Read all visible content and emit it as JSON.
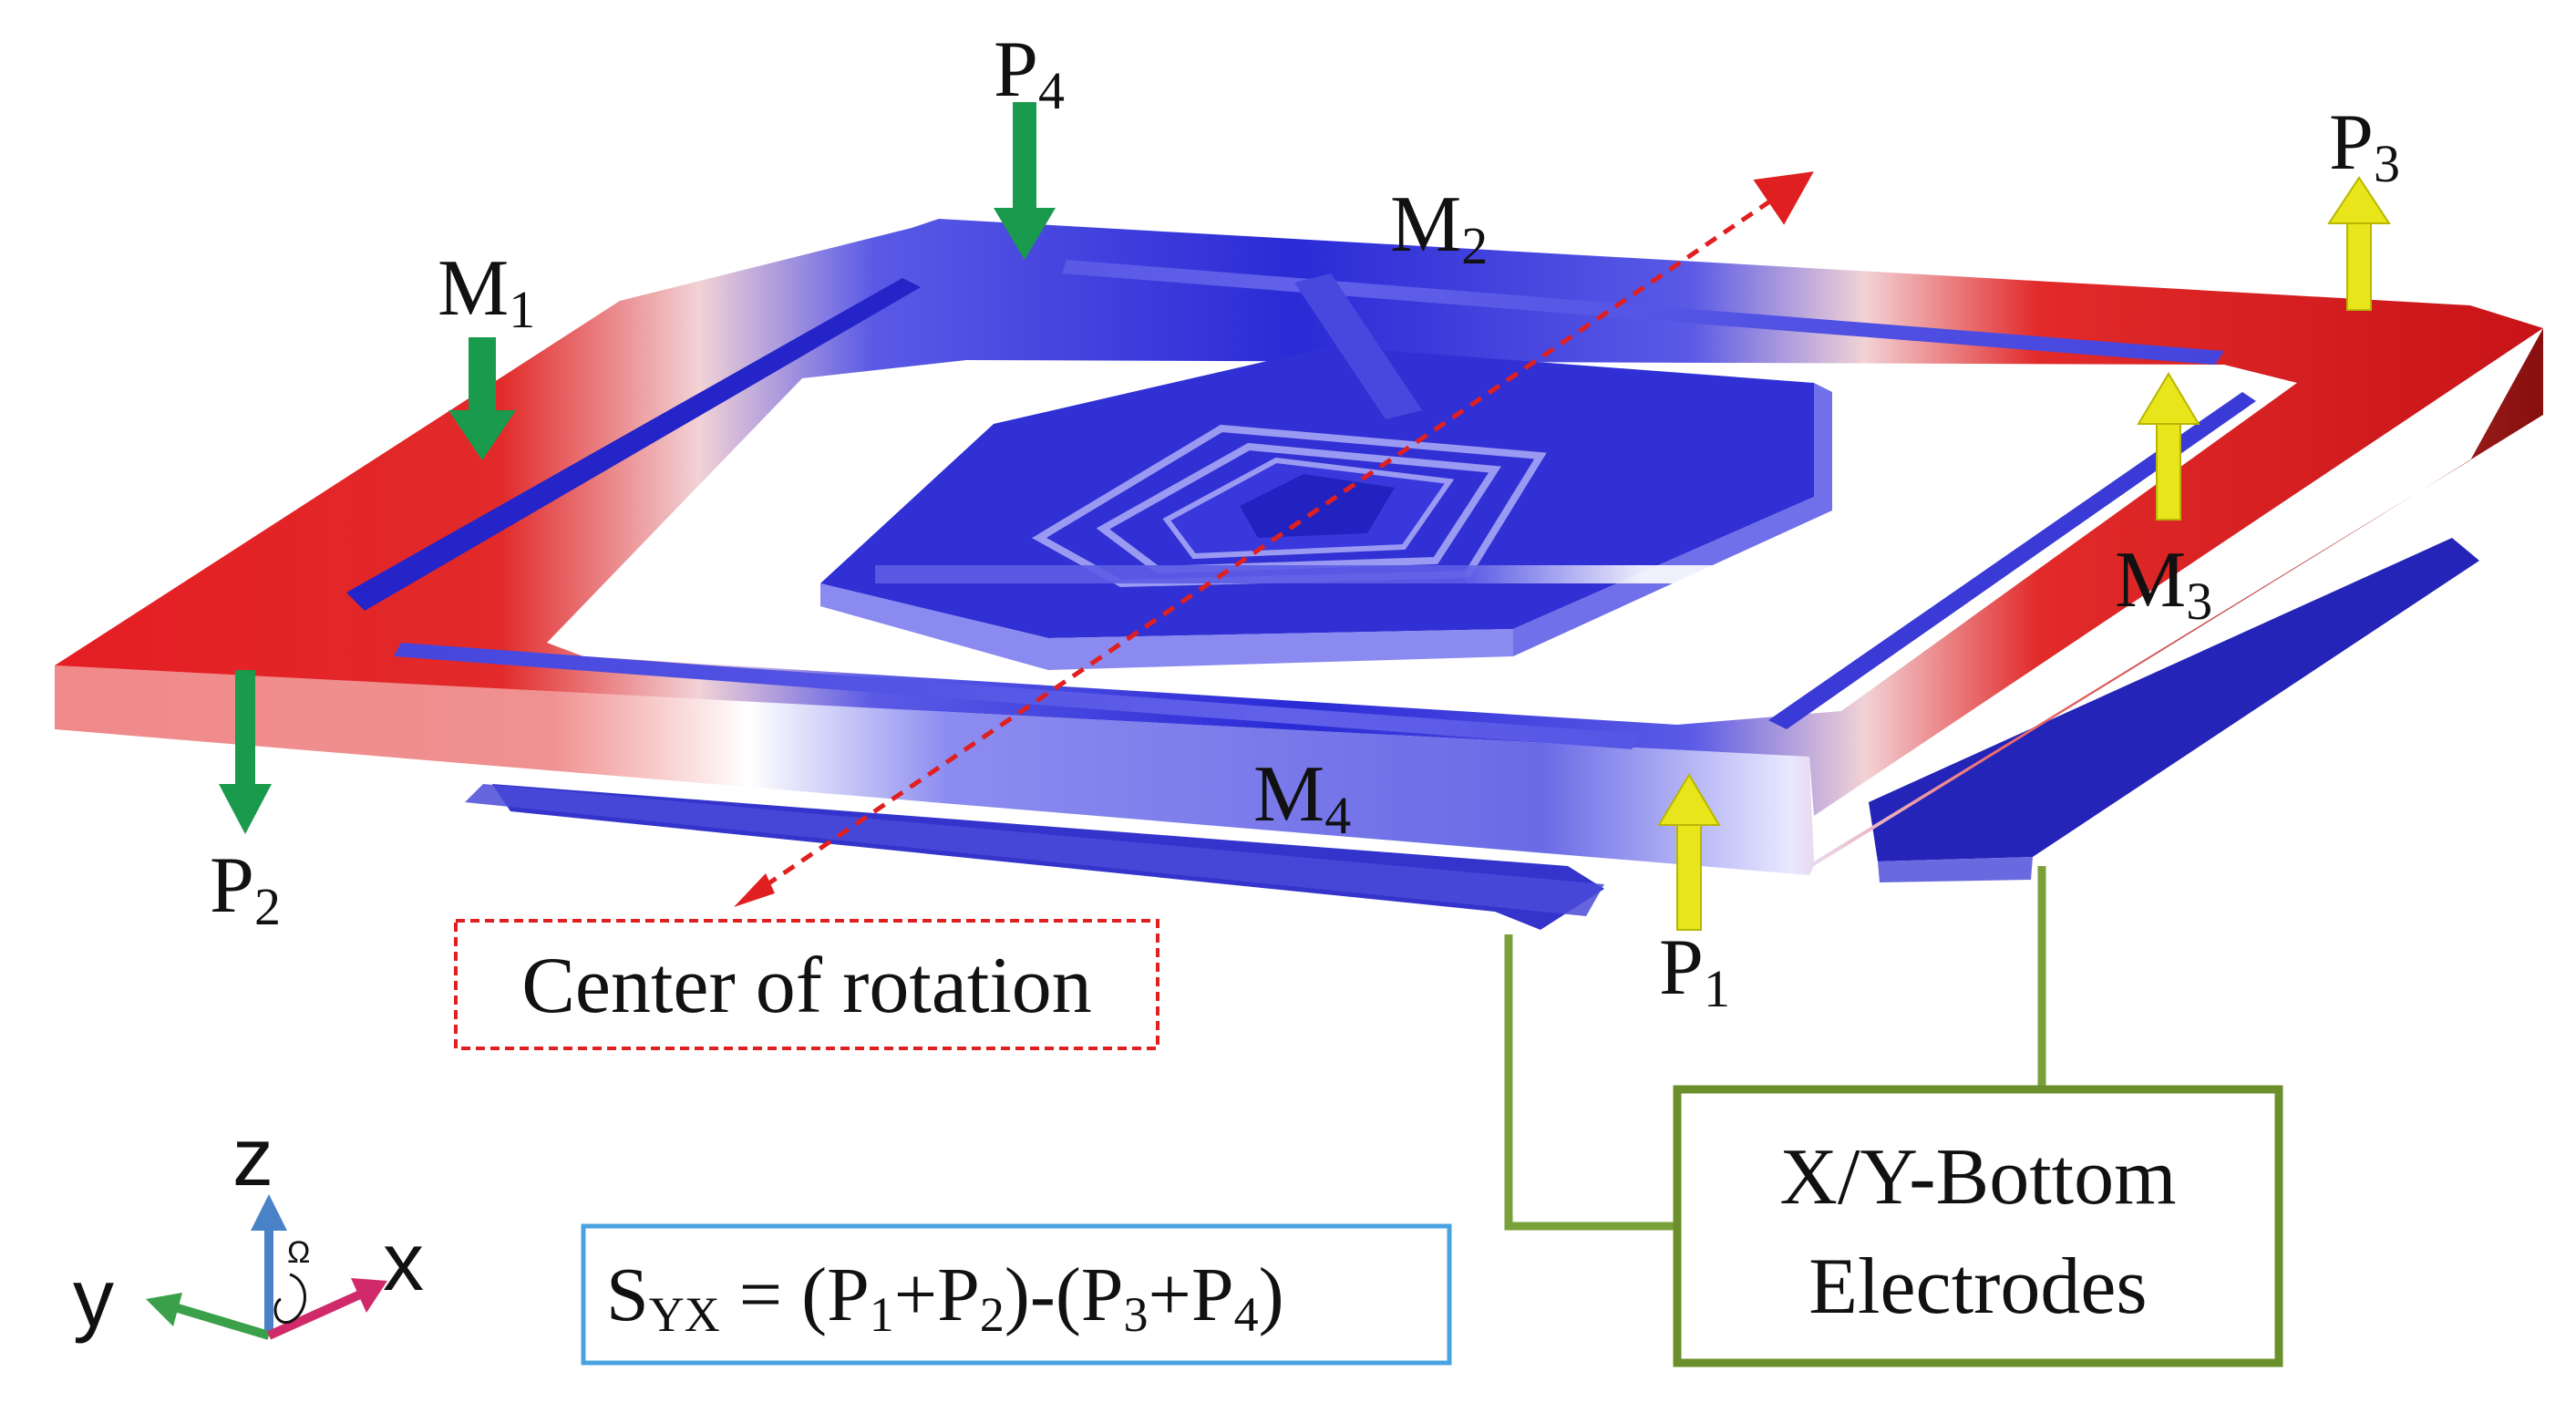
{
  "labels": {
    "p4": {
      "main": "P",
      "sub": "4"
    },
    "p3": {
      "main": "P",
      "sub": "3"
    },
    "p2": {
      "main": "P",
      "sub": "2"
    },
    "p1": {
      "main": "P",
      "sub": "1"
    },
    "m1": {
      "main": "M",
      "sub": "1"
    },
    "m2": {
      "main": "M",
      "sub": "2"
    },
    "m3": {
      "main": "M",
      "sub": "3"
    },
    "m4": {
      "main": "M",
      "sub": "4"
    }
  },
  "center_label": "Center of rotation",
  "electrode_box": {
    "line1": "X/Y-Bottom",
    "line2": "Electrodes"
  },
  "formula": {
    "s": "S",
    "s_sub": "YX",
    "eq": " = (P",
    "p1": "1",
    "plus1": "+P",
    "p2": "2",
    "mid": ")-(P",
    "p3": "3",
    "plus2": "+P",
    "p4": "4",
    "close": ")"
  },
  "axes": {
    "z": "z",
    "y": "y",
    "x": "x",
    "omega": "Ω"
  },
  "colors": {
    "red": "#e41e24",
    "blue": "#2b2bd6",
    "green_arrow": "#1a9a4c",
    "yellow_arrow": "#e8e61a",
    "wire": "#7aa03a",
    "formula_border": "#4aa3e0",
    "dashed_red": "#e02020"
  }
}
